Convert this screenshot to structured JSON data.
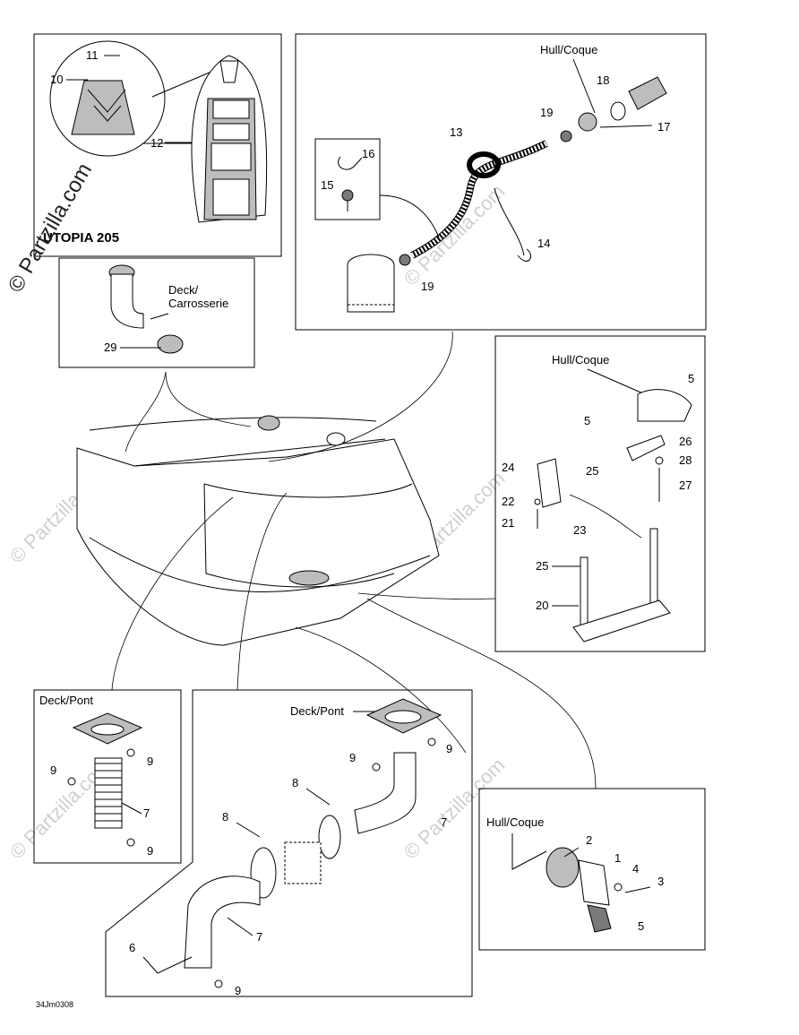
{
  "watermark": {
    "main": "© Partzilla.com",
    "repeat": "© Partzilla.com"
  },
  "inset_boat": {
    "title": "UTOPIA 205",
    "callouts": [
      "11",
      "10",
      "12"
    ]
  },
  "panel_hose": {
    "hull_label": "Hull/Coque",
    "callouts": [
      "18",
      "19",
      "13",
      "17",
      "16",
      "15",
      "14",
      "19"
    ]
  },
  "panel_vent": {
    "deck_label": "Deck/\nCarrosserie",
    "deck_line1": "Deck/",
    "deck_line2": "Carrosserie",
    "callouts": [
      "29"
    ]
  },
  "panel_ladder": {
    "hull_label": "Hull/Coque",
    "callouts": [
      "5",
      "26",
      "28",
      "27",
      "5",
      "24",
      "25",
      "22",
      "21",
      "23",
      "25",
      "20"
    ],
    "drop_marks": [
      "5",
      "5",
      "23"
    ]
  },
  "panel_duct_small": {
    "deck_label": "Deck/Pont",
    "callouts": [
      "9",
      "9",
      "7",
      "9"
    ]
  },
  "panel_duct_large": {
    "deck_label": "Deck/Pont",
    "callouts": [
      "9",
      "9",
      "8",
      "7",
      "8",
      "7",
      "6",
      "9"
    ]
  },
  "panel_drain": {
    "hull_label": "Hull/Coque",
    "callouts": [
      "2",
      "1",
      "4",
      "3",
      "5"
    ]
  },
  "footer": {
    "code": "34Jm0308"
  }
}
